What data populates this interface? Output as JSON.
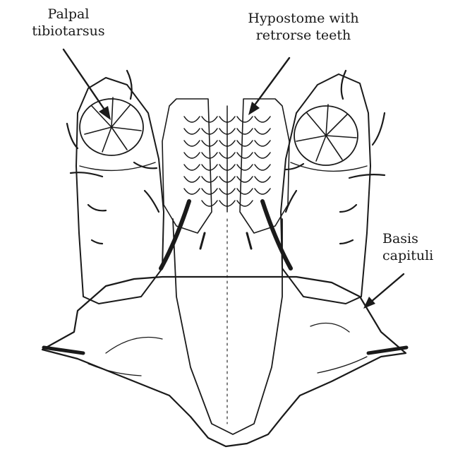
{
  "figure": {
    "labels": {
      "palpal_tibiotarsus": {
        "line1": "Palpal",
        "line2": "tibiotarsus"
      },
      "hypostome": {
        "line1": "Hypostome with",
        "line2": "retrorse teeth"
      },
      "basis_capituli": {
        "line1": "Basis",
        "line2": "capituli"
      }
    },
    "ink_color": "#1a1a1a",
    "background": "#ffffff"
  }
}
